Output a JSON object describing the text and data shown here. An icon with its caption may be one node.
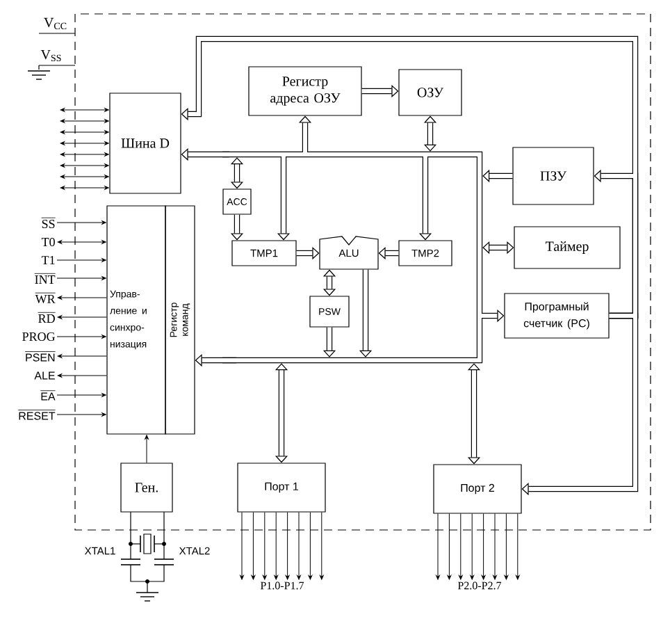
{
  "diagram": {
    "nodes": [
      {
        "text": [
          "Шина D"
        ]
      },
      {
        "text": [
          "Регистр адреса ОЗУ"
        ]
      },
      {
        "text": [
          "ОЗУ"
        ]
      },
      {
        "text": [
          "ACC"
        ]
      },
      {
        "text": [
          "TMP1"
        ]
      },
      {
        "text": [
          "ALU"
        ]
      },
      {
        "text": [
          "TMP2"
        ]
      },
      {
        "text": [
          "PSW"
        ]
      },
      {
        "text": [
          "ПЗУ"
        ]
      },
      {
        "text": [
          "Таймер"
        ]
      },
      {
        "text": [
          "Програмный счетчик (PC)"
        ]
      },
      {
        "text": [
          "Управ-ление и синхро-низация"
        ]
      },
      {
        "text": [
          "Регистр команд"
        ]
      },
      {
        "text": [
          "Ген."
        ]
      },
      {
        "text": [
          "Порт 1"
        ]
      },
      {
        "text": [
          "Порт 2"
        ]
      },
      {
        "text": [
          "SS"
        ]
      },
      {
        "text": [
          "T0"
        ]
      },
      {
        "text": [
          "T1"
        ]
      },
      {
        "text": [
          "INT"
        ]
      },
      {
        "text": [
          "WR"
        ]
      },
      {
        "text": [
          "RD"
        ]
      },
      {
        "text": [
          "PROG"
        ]
      },
      {
        "text": [
          "PSEN"
        ]
      },
      {
        "text": [
          "ALE"
        ]
      },
      {
        "text": [
          "EA"
        ]
      },
      {
        "text": [
          "RESET"
        ]
      },
      {
        "text": [
          "P1.0-P1.7"
        ]
      },
      {
        "text": [
          "P2.0-P2.7"
        ]
      }
    ],
    "edges": [
      {
        "from": 1,
        "to": 2,
        "arrow": "to",
        "style": "thick"
      },
      {
        "from": null,
        "to": 0,
        "arrow": "to",
        "style": "thick"
      },
      {
        "from": null,
        "to": 1,
        "arrow": "to",
        "style": "thick"
      },
      {
        "from": null,
        "to": 2,
        "arrow": "both",
        "style": "thick"
      },
      {
        "from": 3,
        "to": null,
        "arrow": "both",
        "style": "thick"
      },
      {
        "from": 3,
        "to": 4,
        "arrow": "to",
        "style": "thick"
      },
      {
        "from": null,
        "to": 4,
        "arrow": "to",
        "style": "thick"
      },
      {
        "from": null,
        "to": 6,
        "arrow": "to",
        "style": "thick"
      },
      {
        "from": 4,
        "to": 5,
        "arrow": "to",
        "style": "thick"
      },
      {
        "from": 6,
        "to": 5,
        "arrow": "to",
        "style": "thick"
      },
      {
        "from": 5,
        "to": 7,
        "arrow": "both",
        "style": "thick"
      },
      {
        "from": 7,
        "to": null,
        "arrow": "to",
        "style": "thick"
      },
      {
        "from": 5,
        "to": null,
        "arrow": "to",
        "style": "thick"
      },
      {
        "from": 8,
        "to": null,
        "arrow": "to",
        "style": "thick"
      },
      {
        "from": 9,
        "to": null,
        "arrow": "both",
        "style": "thick"
      },
      {
        "from": null,
        "to": 10,
        "arrow": "to",
        "style": "thick"
      },
      {
        "from": null,
        "to": 12,
        "arrow": "to",
        "style": "thick"
      },
      {
        "from": null,
        "to": 14,
        "arrow": "both",
        "style": "thick"
      },
      {
        "from": null,
        "to": 15,
        "arrow": "both",
        "style": "thick"
      },
      {
        "from": 10,
        "to": 0,
        "arrow": "to",
        "style": "thick"
      },
      {
        "from": 10,
        "to": 8,
        "arrow": "to",
        "style": "thick"
      },
      {
        "from": 10,
        "to": 15,
        "arrow": "to",
        "style": "thick"
      },
      {
        "from": 16,
        "to": 11,
        "arrow": "to"
      },
      {
        "from": 17,
        "to": 11,
        "arrow": "both"
      },
      {
        "from": 18,
        "to": 11,
        "arrow": "to"
      },
      {
        "from": 19,
        "to": 11,
        "arrow": "to"
      },
      {
        "from": 11,
        "to": 20,
        "arrow": "to"
      },
      {
        "from": 11,
        "to": 21,
        "arrow": "to"
      },
      {
        "from": 22,
        "to": 11,
        "arrow": "to"
      },
      {
        "from": 11,
        "to": 23,
        "arrow": "to"
      },
      {
        "from": 11,
        "to": 24,
        "arrow": "to"
      },
      {
        "from": 25,
        "to": 11,
        "arrow": "to"
      },
      {
        "from": 26,
        "to": 11,
        "arrow": "to"
      },
      {
        "from": 13,
        "to": 11,
        "arrow": "to"
      },
      {
        "from": null,
        "to": 0,
        "arrow": "both"
      },
      {
        "from": null,
        "to": 0,
        "arrow": "both"
      },
      {
        "from": null,
        "to": 0,
        "arrow": "both"
      },
      {
        "from": null,
        "to": 0,
        "arrow": "both"
      },
      {
        "from": null,
        "to": 0,
        "arrow": "both"
      },
      {
        "from": null,
        "to": 0,
        "arrow": "both"
      },
      {
        "from": null,
        "to": 0,
        "arrow": "both"
      },
      {
        "from": null,
        "to": 0,
        "arrow": "both"
      },
      {
        "from": 14,
        "to": 27,
        "arrow": "to"
      },
      {
        "from": 14,
        "to": 27,
        "arrow": "to"
      },
      {
        "from": 14,
        "to": 27,
        "arrow": "to"
      },
      {
        "from": 14,
        "to": 27,
        "arrow": "to"
      },
      {
        "from": 14,
        "to": 27,
        "arrow": "to"
      },
      {
        "from": 14,
        "to": 27,
        "arrow": "to"
      },
      {
        "from": 14,
        "to": 27,
        "arrow": "to"
      },
      {
        "from": 14,
        "to": 27,
        "arrow": "to"
      },
      {
        "from": 15,
        "to": 28,
        "arrow": "to"
      },
      {
        "from": 15,
        "to": 28,
        "arrow": "to"
      },
      {
        "from": 15,
        "to": 28,
        "arrow": "to"
      },
      {
        "from": 15,
        "to": 28,
        "arrow": "to"
      },
      {
        "from": 15,
        "to": 28,
        "arrow": "to"
      },
      {
        "from": 15,
        "to": 28,
        "arrow": "to"
      },
      {
        "from": 15,
        "to": 28,
        "arrow": "to"
      },
      {
        "from": 15,
        "to": 28,
        "arrow": "to"
      }
    ],
    "labels": [
      "V$_{CC}$",
      "V$_{SS}$",
      "XTAL1",
      "XTAL2"
    ]
  }
}
